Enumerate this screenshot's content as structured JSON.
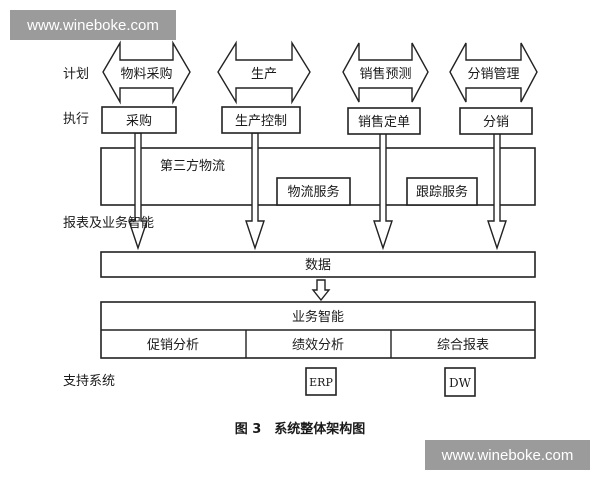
{
  "watermark": "www.wineboke.com",
  "row_labels": {
    "plan": "计划",
    "execute": "执行",
    "report": "报表及业务智能",
    "support": "支持系统"
  },
  "plan_arrows": [
    "物料采购",
    "生产",
    "销售预测",
    "分销管理"
  ],
  "execute_boxes": [
    "采购",
    "生产控制",
    "销售定单",
    "分销"
  ],
  "logistics": {
    "title": "第三方物流",
    "services": [
      "物流服务",
      "跟踪服务"
    ]
  },
  "data_box": "数据",
  "bi": {
    "title": "业务智能",
    "items": [
      "促销分析",
      "绩效分析",
      "综合报表"
    ]
  },
  "support_systems": [
    "ERP",
    "DW"
  ],
  "caption": "图 3　系统整体架构图"
}
